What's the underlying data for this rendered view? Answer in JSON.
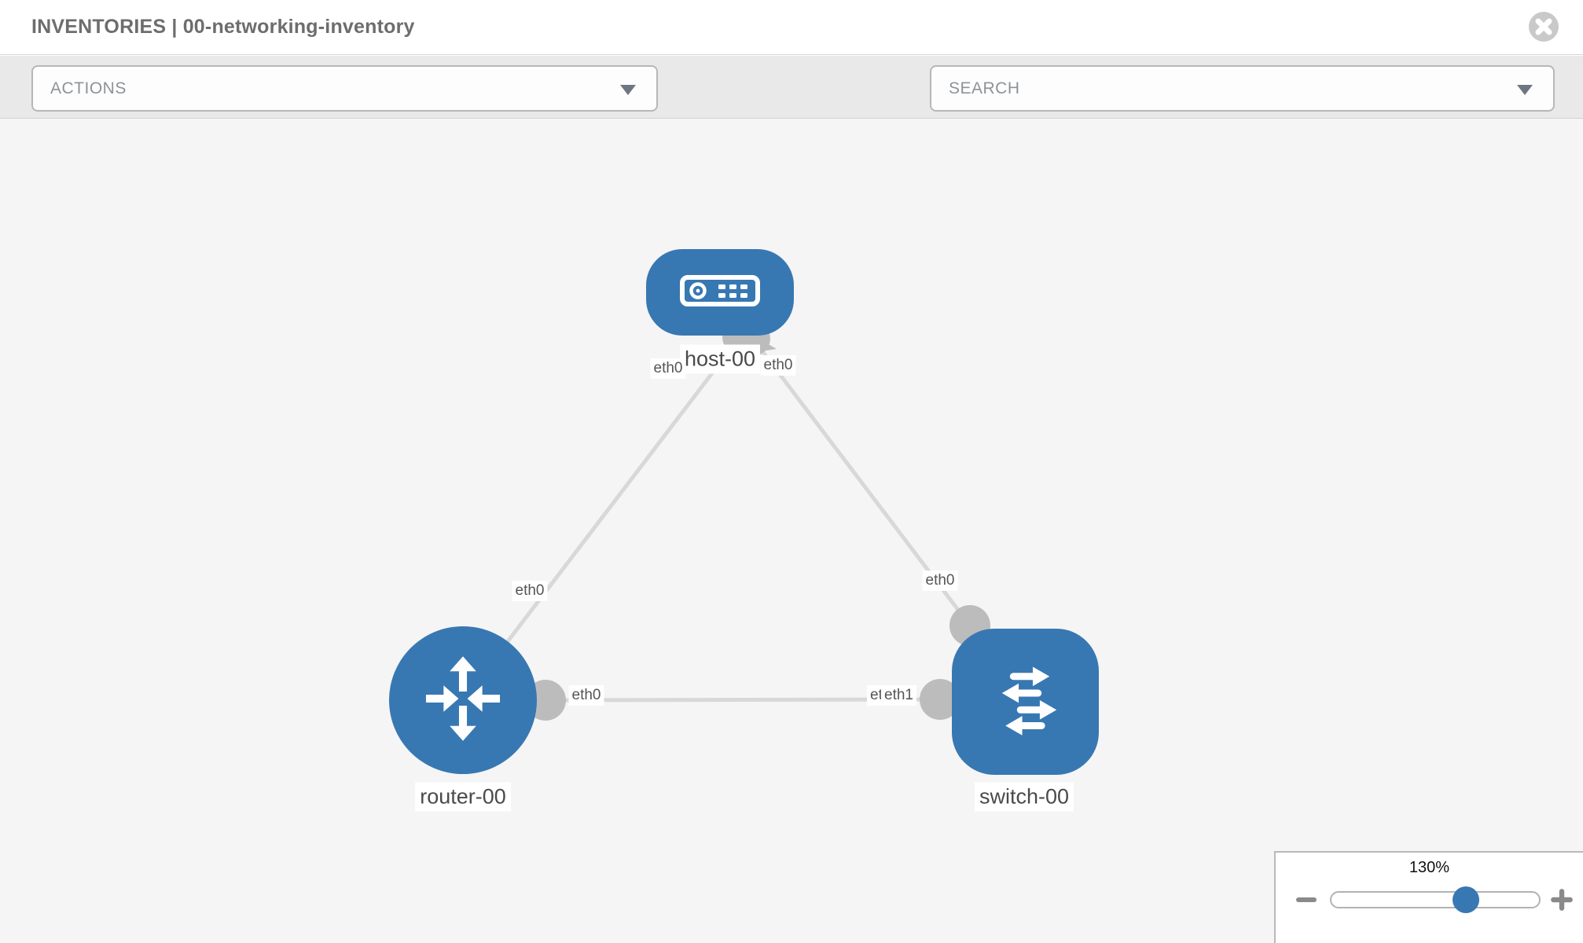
{
  "header": {
    "title": "INVENTORIES | 00-networking-inventory",
    "close_icon": "x-circle-icon"
  },
  "toolbar": {
    "actions_placeholder": "ACTIONS",
    "search_placeholder": "SEARCH",
    "wrench_icon": "wrench-icon",
    "key_icon": "key-icon",
    "dropdown_icon": "chevron-down-icon"
  },
  "topology": {
    "nodes": [
      {
        "id": "host-00",
        "type": "host",
        "label": "host-00"
      },
      {
        "id": "router-00",
        "type": "router",
        "label": "router-00"
      },
      {
        "id": "switch-00",
        "type": "switch",
        "label": "switch-00"
      }
    ],
    "links": [
      {
        "source": "host-00",
        "target": "router-00",
        "source_interface": "eth0",
        "target_interface": "eth0"
      },
      {
        "source": "host-00",
        "target": "switch-00",
        "source_interface": "eth0",
        "target_interface": "eth0"
      },
      {
        "source": "router-00",
        "target": "switch-00",
        "source_interface": "eth0",
        "target_interface": "eth1"
      }
    ],
    "labels": {
      "host": "host-00",
      "router": "router-00",
      "switch": "switch-00",
      "l1_host": "eth0",
      "l1_router": "eth0",
      "l2_host": "eth0",
      "l2_switch": "eth0",
      "l3_router": "eth0",
      "l3_switch_back": "eth0",
      "l3_switch_front": "eth1"
    }
  },
  "zoom_control": {
    "level": "130%",
    "minus_icon": "minus-icon",
    "plus_icon": "plus-icon"
  },
  "colors": {
    "node_blue": "#3878b2",
    "link_gray": "#d8d8d8",
    "endpoint_gray": "#bcbcbc",
    "toolbar_gray": "#e9e9e9",
    "canvas_gray": "#f5f5f5"
  }
}
